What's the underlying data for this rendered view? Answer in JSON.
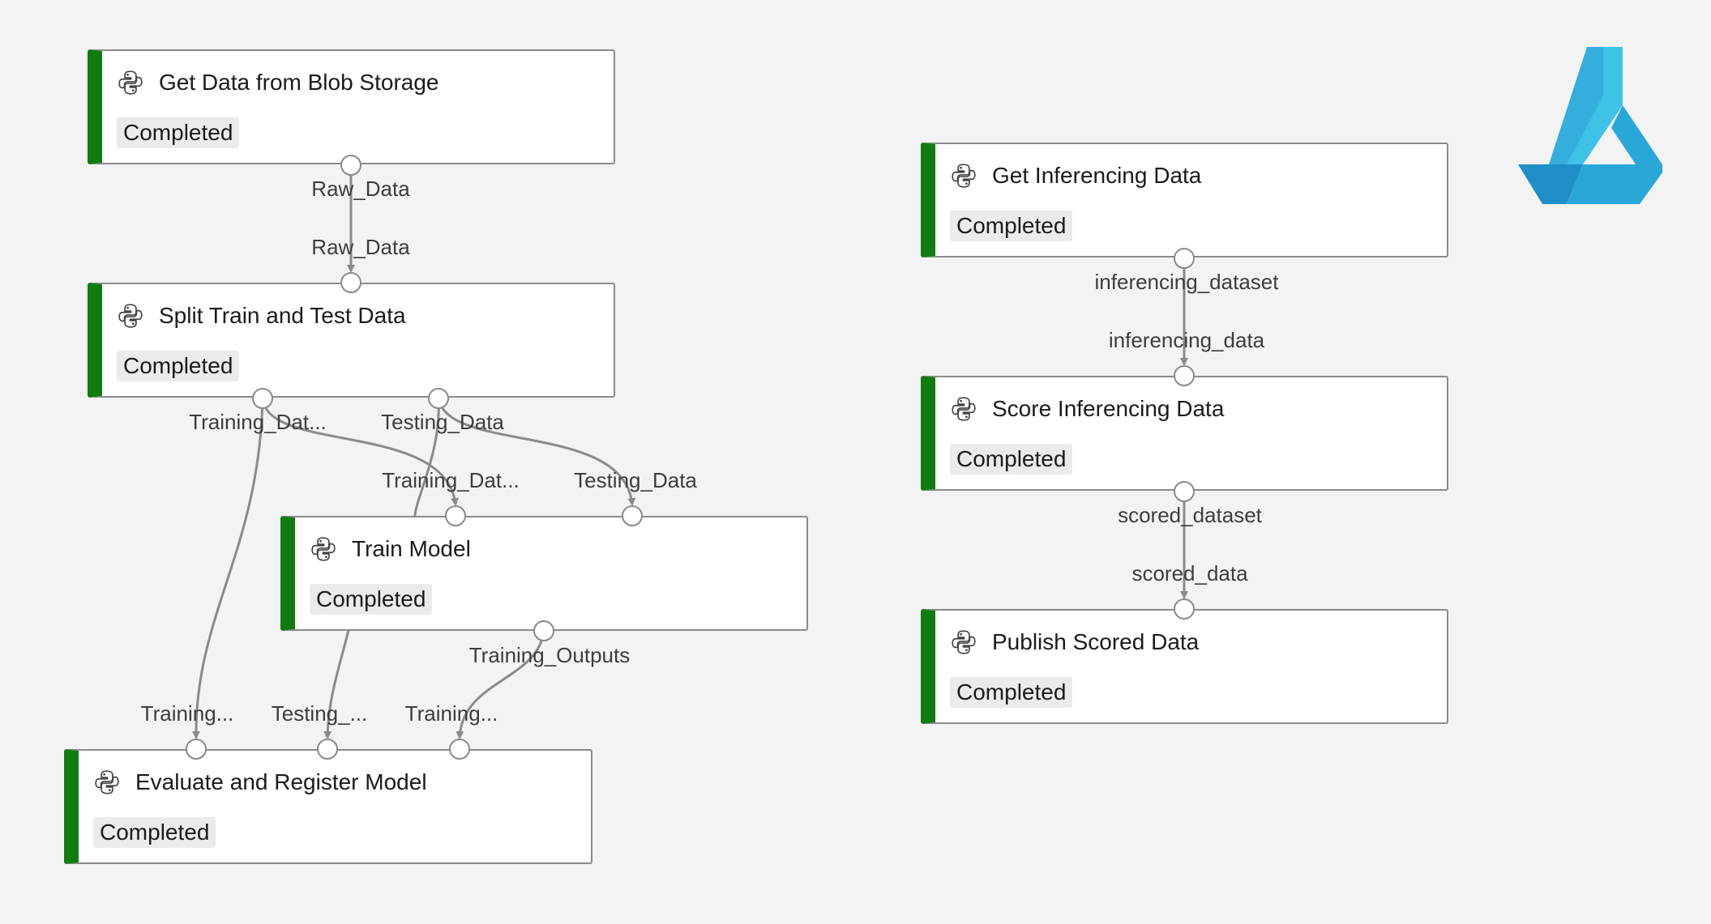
{
  "nodes": {
    "get_data": {
      "title": "Get Data from Blob Storage",
      "status": "Completed"
    },
    "split": {
      "title": "Split Train and Test Data",
      "status": "Completed"
    },
    "train": {
      "title": "Train Model",
      "status": "Completed"
    },
    "evaluate": {
      "title": "Evaluate and Register Model",
      "status": "Completed"
    },
    "get_inf": {
      "title": "Get Inferencing Data",
      "status": "Completed"
    },
    "score": {
      "title": "Score Inferencing Data",
      "status": "Completed"
    },
    "publish": {
      "title": "Publish Scored Data",
      "status": "Completed"
    }
  },
  "ports": {
    "get_data_out": "Raw_Data",
    "split_in": "Raw_Data",
    "split_out_training": "Training_Dat...",
    "split_out_testing": "Testing_Data",
    "train_in_training": "Training_Dat...",
    "train_in_testing": "Testing_Data",
    "train_out": "Training_Outputs",
    "eval_in_training": "Training...",
    "eval_in_testing": "Testing_...",
    "eval_in_outputs": "Training...",
    "get_inf_out": "inferencing_dataset",
    "score_in": "inferencing_data",
    "score_out": "scored_dataset",
    "publish_in": "scored_data"
  },
  "icons": {
    "module": "python-icon",
    "logo": "azure-machine-learning-logo"
  },
  "colors": {
    "status_bar": "#107c10",
    "edge": "#8a8a8a",
    "background": "#f3f3f3",
    "logo_light": "#3ec2e8",
    "logo_dark": "#1e8fc6"
  }
}
